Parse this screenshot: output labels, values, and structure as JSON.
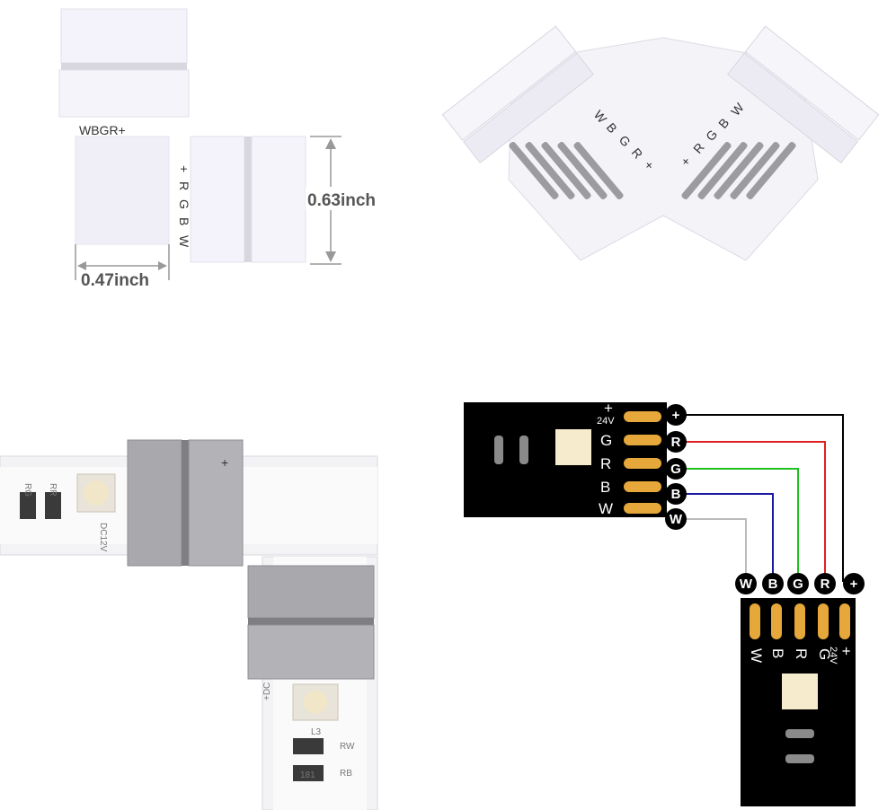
{
  "dimensions": {
    "height_label": "0.63inch",
    "width_label": "0.47inch"
  },
  "connector_labels": {
    "pins_top": "WBGR+",
    "pins_side": [
      "+",
      "R",
      "G",
      "B",
      "W"
    ]
  },
  "l_connector_labels": {
    "left": [
      "W",
      "B",
      "G",
      "R",
      "+"
    ],
    "right": [
      "W",
      "B",
      "G",
      "R",
      "+"
    ]
  },
  "strip_labels": {
    "voltage_top": "DC12V",
    "voltage_bottom": "+DC",
    "pad_top": "RR",
    "pad_top2": "RG",
    "pad_bottom": "RB",
    "pad_bottom2": "RW",
    "resistor_value": "181",
    "led_label": "L3"
  },
  "diagram": {
    "top_pcb_labels": [
      "+",
      "24V",
      "G",
      "R",
      "B",
      "W"
    ],
    "top_circles": [
      "+",
      "R",
      "G",
      "B",
      "W"
    ],
    "bottom_circles": [
      "W",
      "B",
      "G",
      "R",
      "+"
    ],
    "bottom_pcb_labels": [
      "W",
      "B",
      "R",
      "G",
      "+",
      "24V"
    ],
    "colors": {
      "plus": "#000000",
      "red": "#e02020",
      "green": "#20c020",
      "blue": "#1a1aa0",
      "white": "#bbbbbb",
      "pad": "#e6a83a",
      "pcb": "#000000"
    }
  }
}
